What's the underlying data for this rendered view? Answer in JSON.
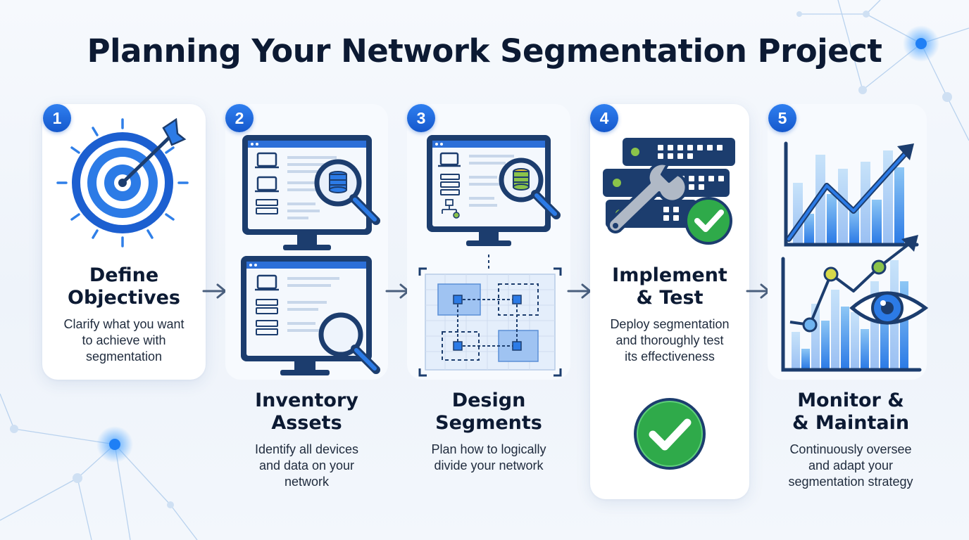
{
  "title": "Planning Your Network Segmentation Project",
  "colors": {
    "accent": "#1f6fe5",
    "dark_navy": "#1c3d6e",
    "success": "#2faa4a",
    "background": "#f2f6fb"
  },
  "steps": [
    {
      "number": "1",
      "heading_line1": "Define",
      "heading_line2": "Objectives",
      "desc_line1": "Clarify what you want",
      "desc_line2": "to achieve with",
      "desc_line3": "segmentation",
      "icon": "target-arrow-icon"
    },
    {
      "number": "2",
      "heading_line1": "Inventory",
      "heading_line2": "Assets",
      "desc_line1": "Identify all devices",
      "desc_line2": "and data on your",
      "desc_line3": "network",
      "icon": "monitor-magnifier-icon"
    },
    {
      "number": "3",
      "heading_line1": "Design",
      "heading_line2": "Segments",
      "desc_line1": "Plan how to logically",
      "desc_line2": "divide your network",
      "desc_line3": "",
      "icon": "network-blueprint-icon"
    },
    {
      "number": "4",
      "heading_line1": "Implement",
      "heading_line2": "& Test",
      "desc_line1": "Deploy segmentation",
      "desc_line2": "and thoroughly test",
      "desc_line3": "its effectiveness",
      "icon": "server-wrench-check-icon"
    },
    {
      "number": "5",
      "heading_line1": "Monitor &",
      "heading_line2": "& Maintain",
      "desc_line1": "Continuously oversee",
      "desc_line2": "and adapt your",
      "desc_line3": "segmentation strategy",
      "icon": "chart-eye-icon"
    }
  ]
}
